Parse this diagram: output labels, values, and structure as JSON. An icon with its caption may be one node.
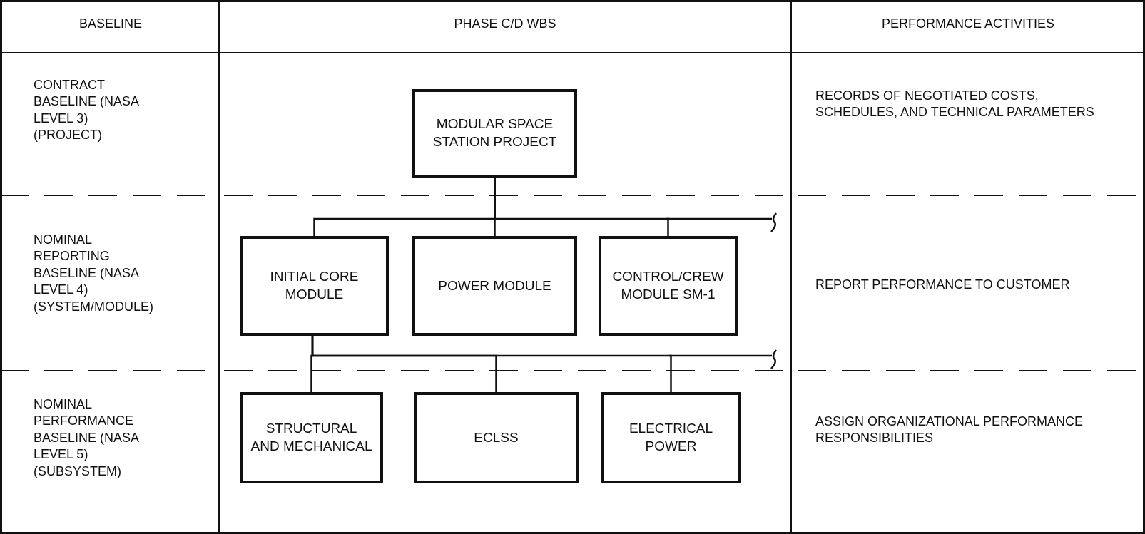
{
  "diagram": {
    "nodes": [
      {
        "text": [
          "MODULAR SPACE STATION PROJECT"
        ]
      },
      {
        "text": [
          "INITIAL CORE MODULE"
        ]
      },
      {
        "text": [
          "POWER MODULE"
        ]
      },
      {
        "text": [
          "CONTROL/CREW MODULE SM-1"
        ]
      },
      {
        "text": [
          "STRUCTURAL AND MECHANICAL"
        ]
      },
      {
        "text": [
          "ECLSS"
        ]
      },
      {
        "text": [
          "ELECTRICAL POWER"
        ]
      }
    ],
    "edges": [
      {
        "from": 0,
        "to": 1,
        "arrow": "none"
      },
      {
        "from": 0,
        "to": 2,
        "arrow": "none"
      },
      {
        "from": 0,
        "to": 3,
        "arrow": "none"
      },
      {
        "from": 1,
        "to": 4,
        "arrow": "none"
      },
      {
        "from": 1,
        "to": 5,
        "arrow": "none"
      },
      {
        "from": 1,
        "to": 6,
        "arrow": "none"
      }
    ],
    "labels": [
      "BASELINE",
      "PHASE C/D WBS",
      "PERFORMANCE ACTIVITIES",
      "CONTRACT BASELINE (NASA LEVEL 3) (PROJECT)",
      "RECORDS OF NEGOTIATED COSTS, SCHEDULES, AND TECHNICAL PARAMETERS",
      "NOMINAL REPORTING BASELINE (NASA LEVEL 4) (SYSTEM/MODULE)",
      "REPORT PERFORMANCE TO CUSTOMER",
      "NOMINAL PERFORMANCE BASELINE (NASA LEVEL 5) (SUBSYSTEM)",
      "ASSIGN ORGANIZATIONAL PERFORMANCE RESPONSIBILITIES"
    ]
  }
}
